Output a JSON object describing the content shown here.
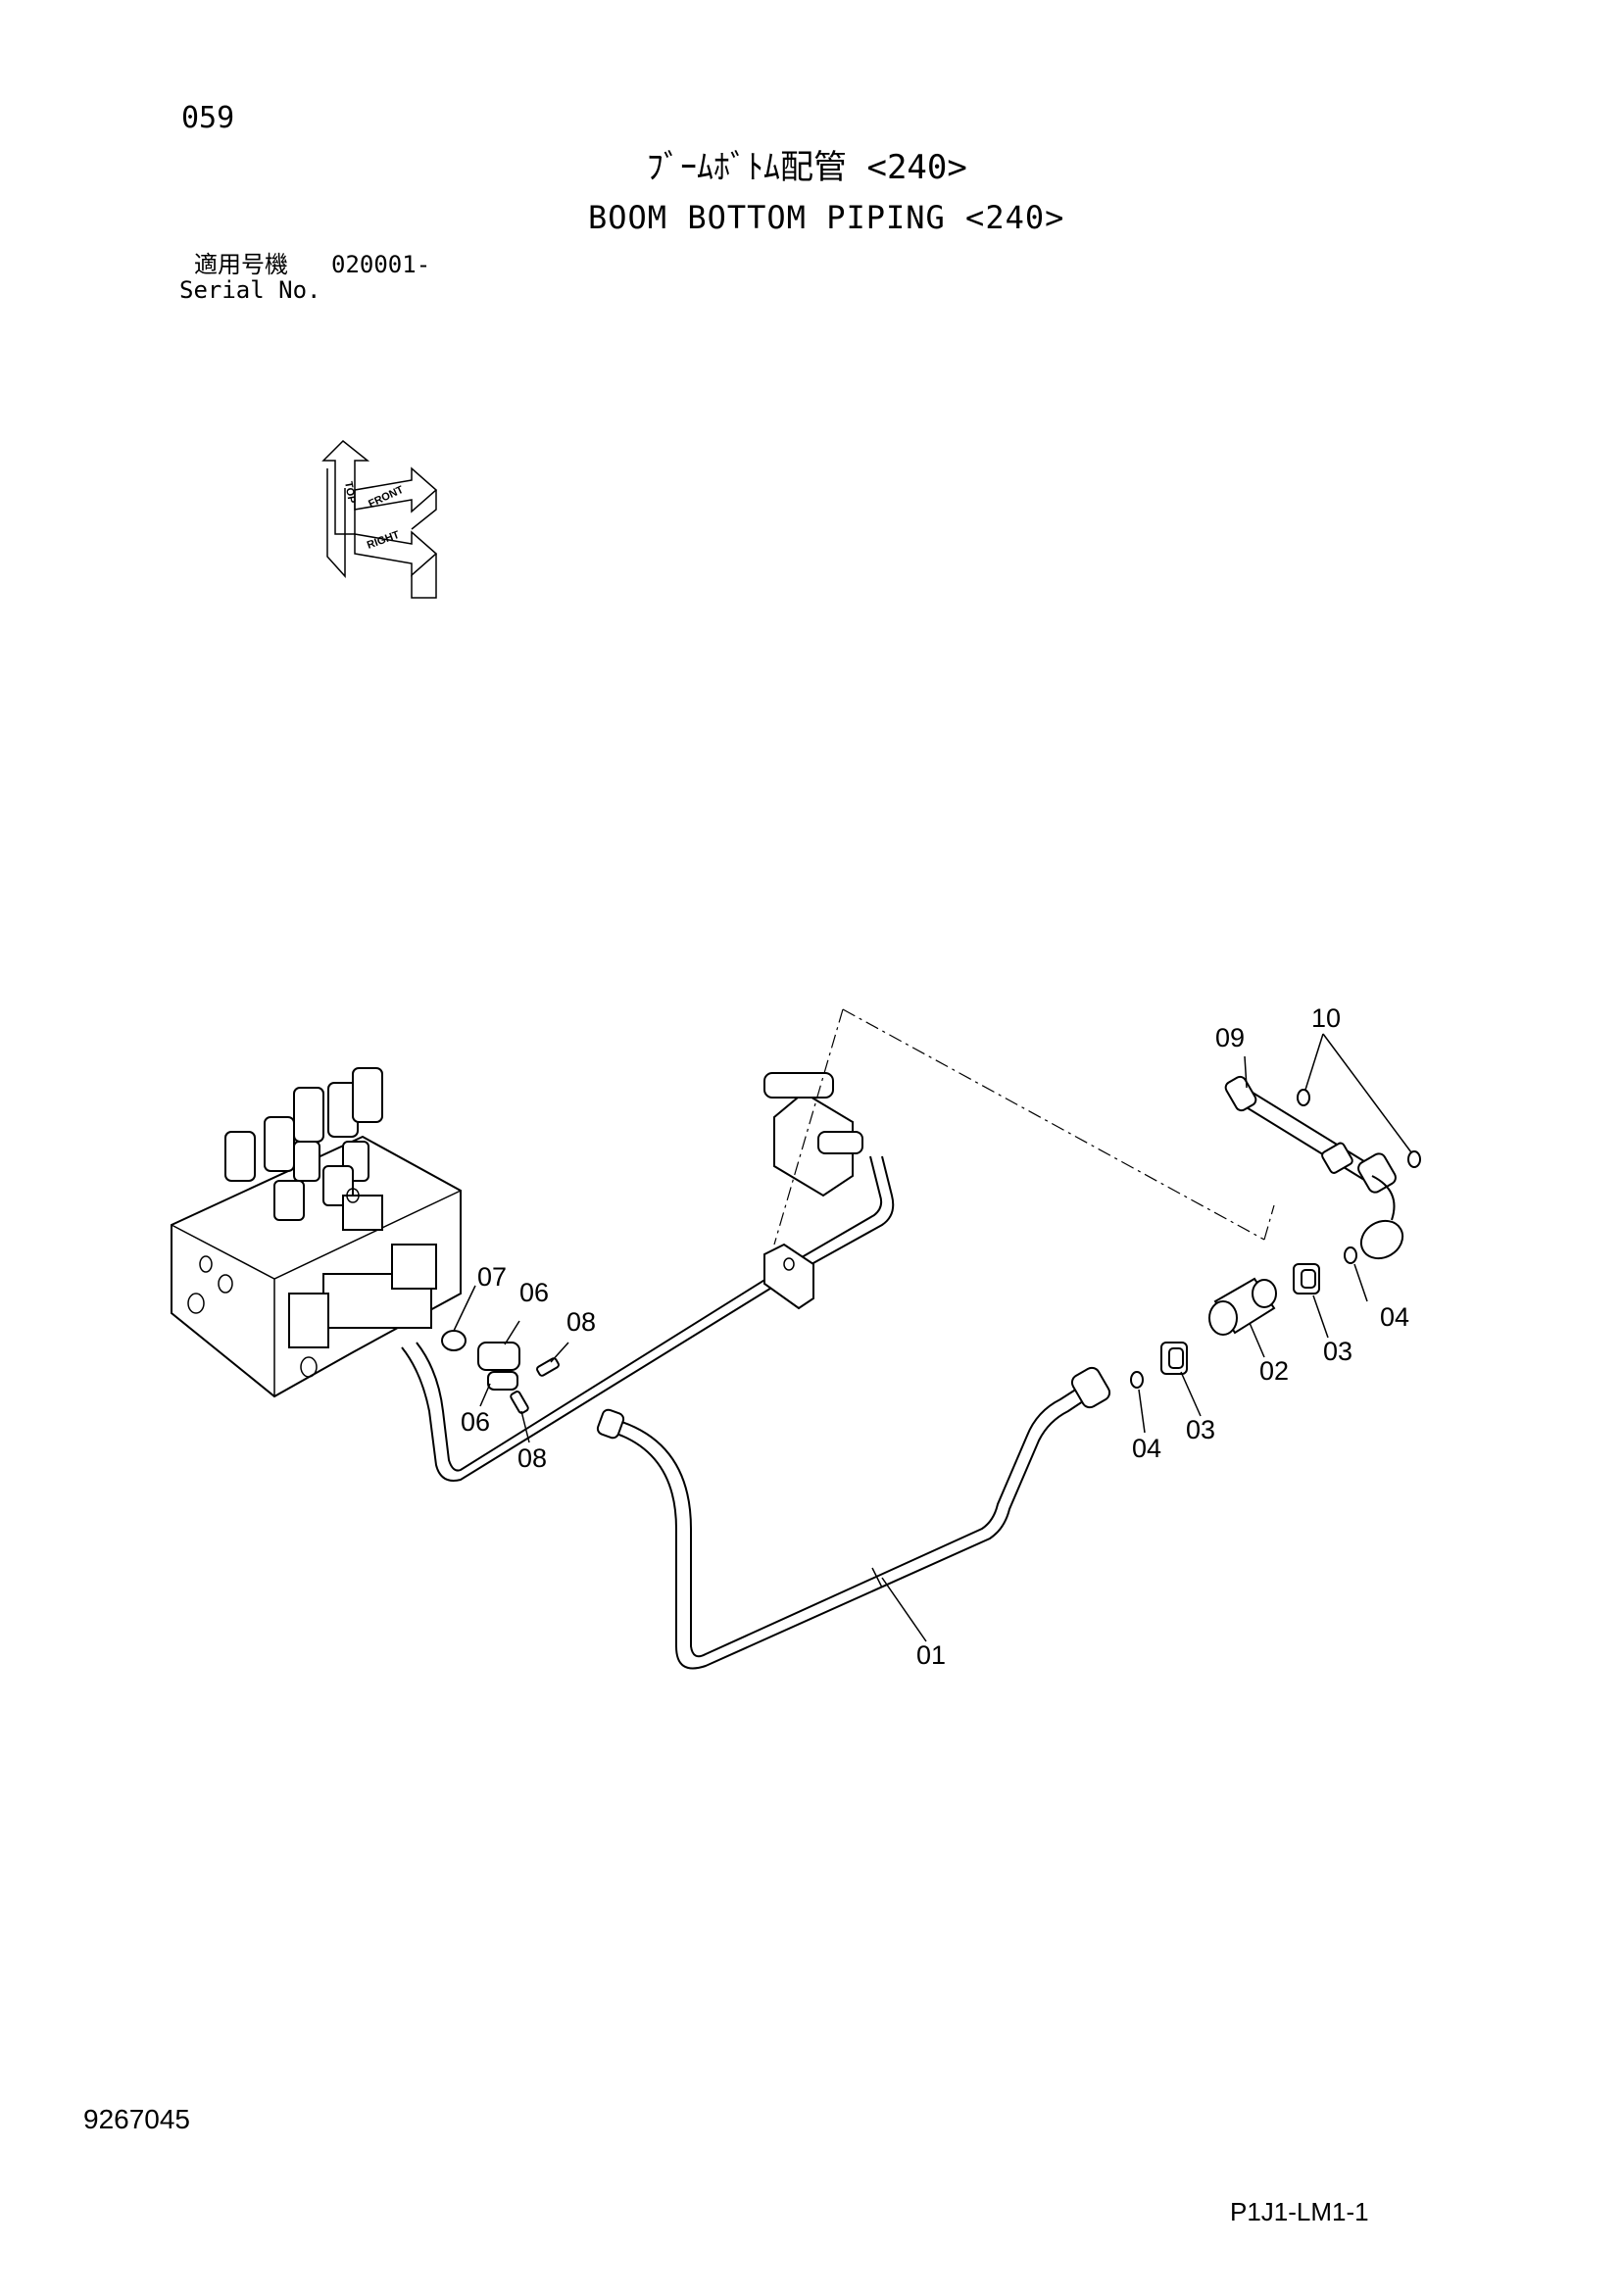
{
  "page_number": "059",
  "title_jp": "ﾌﾞｰﾑﾎﾞﾄﾑ配管 <240>",
  "title_en": "BOOM BOTTOM PIPING <240>",
  "serial": {
    "label_jp": "適用号機",
    "value": "020001-",
    "label_en": "Serial No."
  },
  "orientation_labels": {
    "top": "TOP",
    "front": "FRONT",
    "right": "RIGHT"
  },
  "callouts": {
    "c01": "01",
    "c02": "02",
    "c03a": "03",
    "c03b": "03",
    "c04a": "04",
    "c04b": "04",
    "c06a": "06",
    "c06b": "06",
    "c07": "07",
    "c08a": "08",
    "c08b": "08",
    "c09": "09",
    "c10": "10"
  },
  "document_number": "9267045",
  "page_code": "P1J1-LM1-1"
}
